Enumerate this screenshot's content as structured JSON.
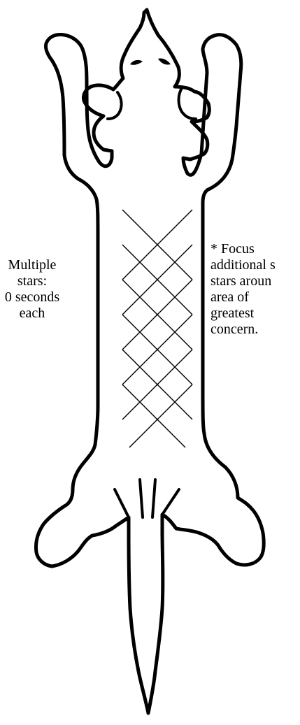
{
  "left_note": {
    "lines": [
      "Multiple",
      "stars:",
      "0 seconds",
      "each"
    ]
  },
  "right_note": {
    "lines": [
      "* Focus",
      "additional s",
      "stars aroun",
      "area of",
      "greatest",
      "concern."
    ]
  },
  "colors": {
    "outline": "#000000",
    "background": "#ffffff",
    "text": "#000000"
  }
}
